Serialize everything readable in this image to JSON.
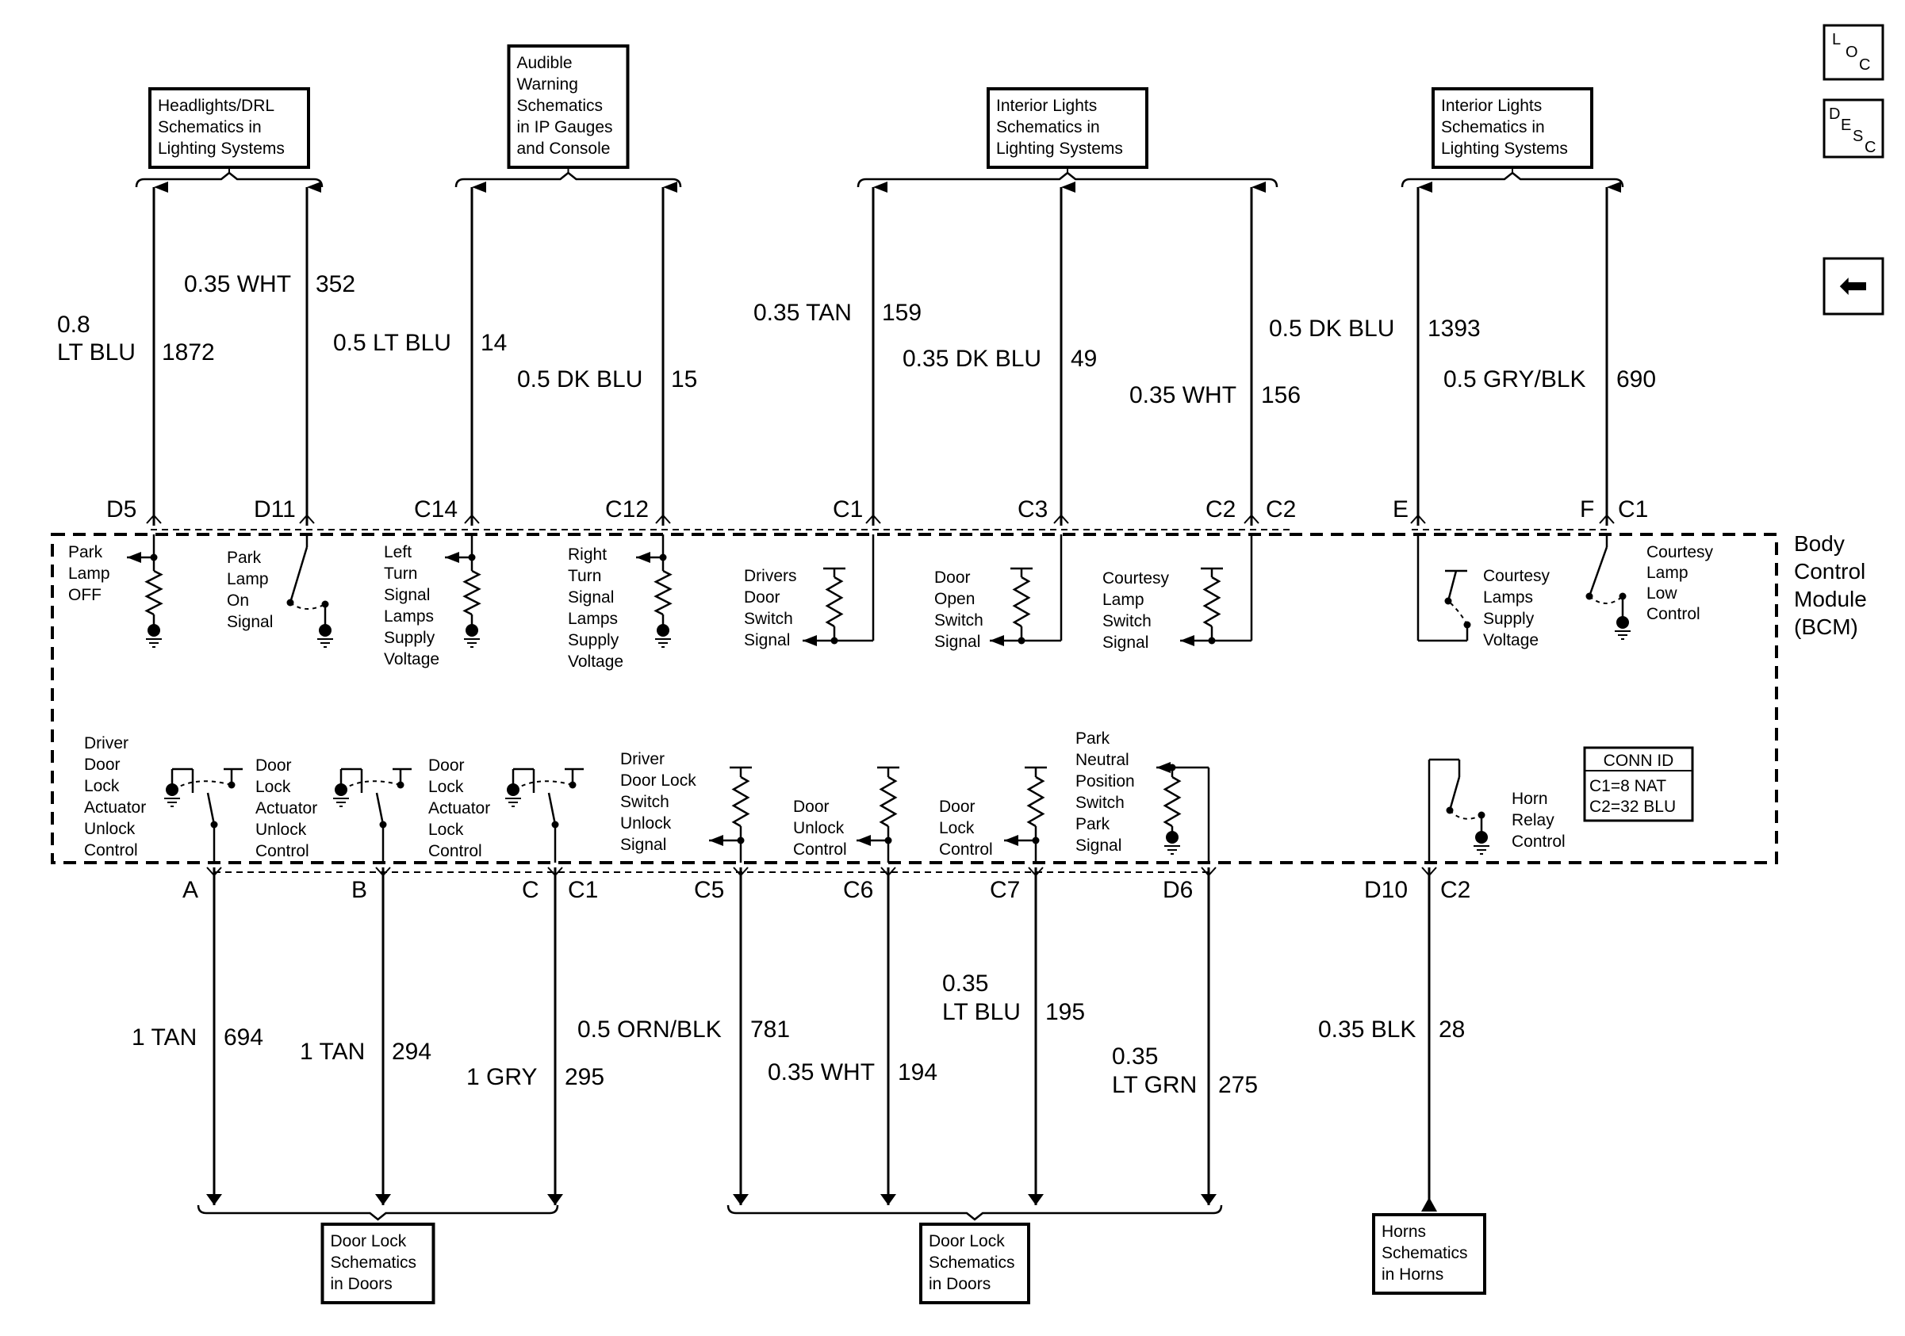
{
  "nav": {
    "loc": {
      "a": "L",
      "b": "O",
      "c": "C"
    },
    "desc": {
      "a": "D",
      "b": "E",
      "c": "S",
      "d": "C"
    },
    "back_glyph": "⬅"
  },
  "module": {
    "lines": [
      "Body",
      "Control",
      "Module",
      "(BCM)"
    ]
  },
  "conn_id": {
    "title": "CONN ID",
    "c1": "C1=8 NAT",
    "c2": "C2=32 BLU"
  },
  "ref_boxes": [
    {
      "lines": [
        "Headlights/DRL",
        "Schematics in",
        "Lighting Systems"
      ]
    },
    {
      "lines": [
        "Audible",
        "Warning",
        "Schematics",
        "in IP Gauges",
        "and Console"
      ]
    },
    {
      "lines": [
        "Interior Lights",
        "Schematics in",
        "Lighting Systems"
      ]
    },
    {
      "lines": [
        "Interior Lights",
        "Schematics in",
        "Lighting Systems"
      ]
    },
    {
      "lines": [
        "Door Lock",
        "Schematics",
        "in Doors"
      ]
    },
    {
      "lines": [
        "Door Lock",
        "Schematics",
        "in Doors"
      ]
    },
    {
      "lines": [
        "Horns",
        "Schematics",
        "in Horns"
      ]
    }
  ],
  "connector_labels": {
    "top": [
      "D5",
      "D11",
      "C14",
      "C12",
      "C1",
      "C3",
      "C2",
      "C2",
      "E",
      "F",
      "C1"
    ],
    "bottom": [
      "A",
      "B",
      "C",
      "C1",
      "C5",
      "C6",
      "C7",
      "D6",
      "D10",
      "C2"
    ]
  },
  "wires_top": [
    {
      "color": [
        "0.8",
        "LT BLU"
      ],
      "circuit": "1872"
    },
    {
      "color": [
        "0.35 WHT"
      ],
      "circuit": "352"
    },
    {
      "color": [
        "0.5 LT BLU"
      ],
      "circuit": "14"
    },
    {
      "color": [
        "0.5 DK BLU"
      ],
      "circuit": "15"
    },
    {
      "color": [
        "0.35 TAN"
      ],
      "circuit": "159"
    },
    {
      "color": [
        "0.35 DK BLU"
      ],
      "circuit": "49"
    },
    {
      "color": [
        "0.35 WHT"
      ],
      "circuit": "156"
    },
    {
      "color": [
        "0.5 DK BLU"
      ],
      "circuit": "1393"
    },
    {
      "color": [
        "0.5 GRY/BLK"
      ],
      "circuit": "690"
    }
  ],
  "wires_bottom": [
    {
      "color": [
        "1 TAN"
      ],
      "circuit": "694"
    },
    {
      "color": [
        "1 TAN"
      ],
      "circuit": "294"
    },
    {
      "color": [
        "1 GRY"
      ],
      "circuit": "295"
    },
    {
      "color": [
        "0.5 ORN/BLK"
      ],
      "circuit": "781"
    },
    {
      "color": [
        "0.35 WHT"
      ],
      "circuit": "194"
    },
    {
      "color": [
        "0.35",
        "LT BLU"
      ],
      "circuit": "195"
    },
    {
      "color": [
        "0.35",
        "LT GRN"
      ],
      "circuit": "275"
    },
    {
      "color": [
        "0.35 BLK"
      ],
      "circuit": "28"
    }
  ],
  "inner_top": [
    {
      "lines": [
        "Park",
        "Lamp",
        "OFF"
      ]
    },
    {
      "lines": [
        "Park",
        "Lamp",
        "On",
        "Signal"
      ]
    },
    {
      "lines": [
        "Left",
        "Turn",
        "Signal",
        "Lamps",
        "Supply",
        "Voltage"
      ]
    },
    {
      "lines": [
        "Right",
        "Turn",
        "Signal",
        "Lamps",
        "Supply",
        "Voltage"
      ]
    },
    {
      "lines": [
        "Drivers",
        "Door",
        "Switch",
        "Signal"
      ]
    },
    {
      "lines": [
        "Door",
        "Open",
        "Switch",
        "Signal"
      ]
    },
    {
      "lines": [
        "Courtesy",
        "Lamp",
        "Switch",
        "Signal"
      ]
    },
    {
      "lines": [
        "Courtesy",
        "Lamps",
        "Supply",
        "Voltage"
      ]
    },
    {
      "lines": [
        "Courtesy",
        "Lamp",
        "Low",
        "Control"
      ]
    }
  ],
  "inner_bottom": [
    {
      "lines": [
        "Driver",
        "Door",
        "Lock",
        "Actuator",
        "Unlock",
        "Control"
      ]
    },
    {
      "lines": [
        "Door",
        "Lock",
        "Actuator",
        "Unlock",
        "Control"
      ]
    },
    {
      "lines": [
        "Door",
        "Lock",
        "Actuator",
        "Lock",
        "Control"
      ]
    },
    {
      "lines": [
        "Driver",
        "Door Lock",
        "Switch",
        "Unlock",
        "Signal"
      ]
    },
    {
      "lines": [
        "Door",
        "Unlock",
        "Control"
      ]
    },
    {
      "lines": [
        "Door",
        "Lock",
        "Control"
      ]
    },
    {
      "lines": [
        "Park",
        "Neutral",
        "Position",
        "Switch",
        "Park",
        "Signal"
      ]
    },
    {
      "lines": [
        "Horn",
        "Relay",
        "Control"
      ]
    }
  ]
}
